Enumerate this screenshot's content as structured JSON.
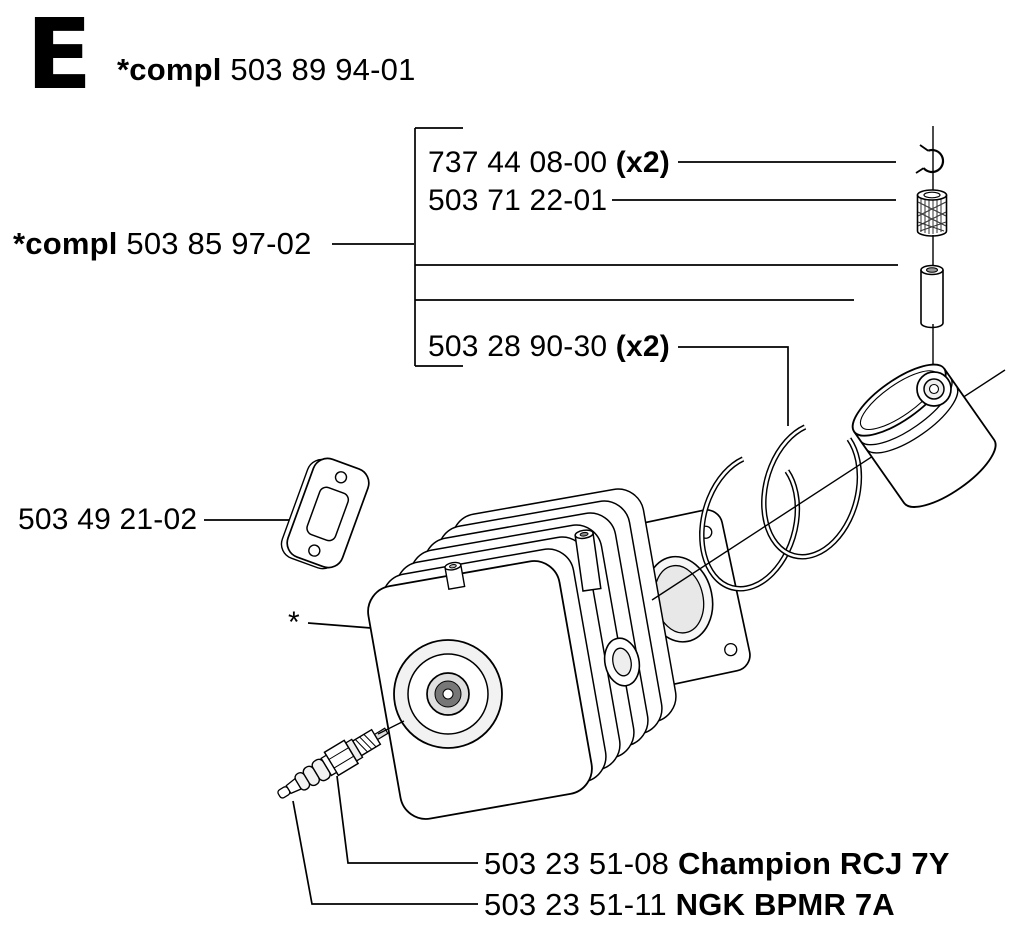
{
  "meta": {
    "section_letter": "E"
  },
  "header": {
    "assembly_prefix": "*compl",
    "assembly_number": "503 89 94-01"
  },
  "labels": {
    "circlip": {
      "part_number": "737 44 08-00",
      "quantity": "(x2)"
    },
    "needle_bearing": {
      "part_number": "503 71 22-01"
    },
    "piston_assembly": {
      "prefix": "*compl",
      "part_number": "503 85 97-02"
    },
    "piston_rings": {
      "part_number": "503 28 90-30",
      "quantity": "(x2)"
    },
    "gasket": {
      "part_number": "503 49 21-02"
    },
    "cylinder_marker": "*",
    "spark_plug_champion": {
      "part_number": "503 23 51-08",
      "model": "Champion RCJ 7Y"
    },
    "spark_plug_ngk": {
      "part_number": "503 23 51-11",
      "model": "NGK BPMR 7A"
    }
  },
  "colors": {
    "line": "#000000",
    "paper": "#ffffff",
    "shade_light": "#f2f2f2",
    "shade_dark": "#777777"
  }
}
